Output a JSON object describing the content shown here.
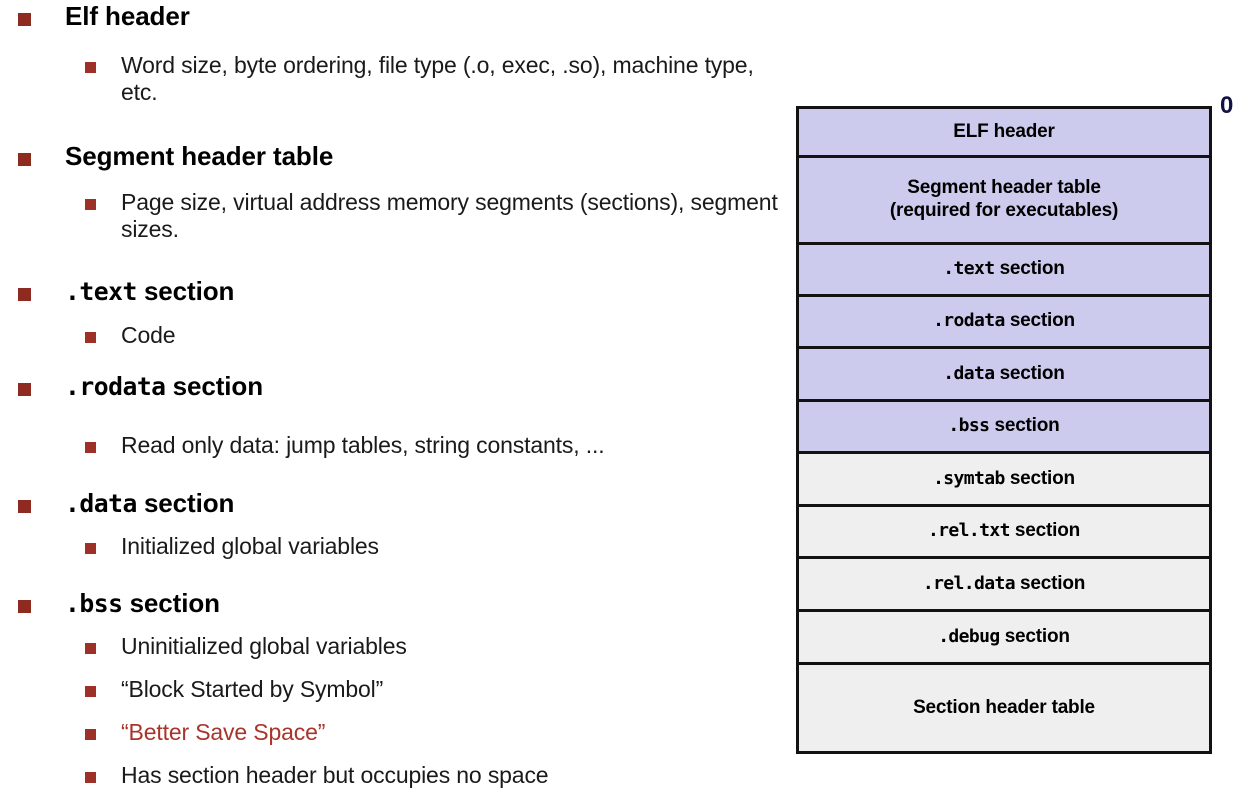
{
  "slide": {
    "outline": [
      {
        "id": "elf-header",
        "label": "Elf header",
        "mono": false,
        "children": [
          {
            "id": "elf-header-detail",
            "text": "Word size, byte ordering, file type (.o, exec, .so), machine type, etc.",
            "accent": false
          }
        ]
      },
      {
        "id": "segment-header-table",
        "label": "Segment header table",
        "mono": false,
        "children": [
          {
            "id": "segment-header-table-detail",
            "text": "Page size, virtual address memory segments (sections), segment sizes.",
            "accent": false
          }
        ]
      },
      {
        "id": "text-section",
        "label_mono": ".text",
        "label_rest": " section",
        "mono": true,
        "children": [
          {
            "id": "text-section-detail",
            "text": "Code",
            "accent": false
          }
        ]
      },
      {
        "id": "rodata-section",
        "label_mono": ".rodata",
        "label_rest": " section",
        "mono": true,
        "children": [
          {
            "id": "rodata-section-detail",
            "text": "Read only data: jump tables, string constants, ...",
            "accent": false
          }
        ]
      },
      {
        "id": "data-section",
        "label_mono": ".data",
        "label_rest": " section",
        "mono": true,
        "children": [
          {
            "id": "data-section-detail",
            "text": "Initialized global variables",
            "accent": false
          }
        ]
      },
      {
        "id": "bss-section",
        "label_mono": ".bss",
        "label_rest": " section",
        "mono": true,
        "children": [
          {
            "id": "bss-detail-1",
            "text": "Uninitialized global variables",
            "accent": false
          },
          {
            "id": "bss-detail-2",
            "text": "“Block Started by Symbol”",
            "accent": false
          },
          {
            "id": "bss-detail-3",
            "text": "“Better Save Space”",
            "accent": true
          },
          {
            "id": "bss-detail-4",
            "text": "Has section header but occupies no space",
            "accent": false
          }
        ]
      }
    ],
    "diagram": {
      "offset_label": "0",
      "rows": [
        {
          "id": "elf-header-row",
          "mono": "",
          "rest": "ELF header",
          "fill": "purple",
          "height": 49
        },
        {
          "id": "segment-header-table-row",
          "mono": "",
          "rest": "Segment header table\n(required for executables)",
          "fill": "purple",
          "height": 87
        },
        {
          "id": "text-section-row",
          "mono": ".text",
          "rest": " section",
          "fill": "purple",
          "height": 52
        },
        {
          "id": "rodata-section-row",
          "mono": ".rodata",
          "rest": " section",
          "fill": "purple",
          "height": 52
        },
        {
          "id": "data-section-row",
          "mono": ".data",
          "rest": " section",
          "fill": "purple",
          "height": 53
        },
        {
          "id": "bss-section-row",
          "mono": ".bss",
          "rest": " section",
          "fill": "purple",
          "height": 52
        },
        {
          "id": "symtab-section-row",
          "mono": ".symtab",
          "rest": "  section",
          "fill": "grey",
          "height": 53
        },
        {
          "id": "rel-txt-section-row",
          "mono": ".rel.txt",
          "rest": "  section",
          "fill": "grey",
          "height": 52
        },
        {
          "id": "rel-data-section-row",
          "mono": ".rel.data",
          "rest": "  section",
          "fill": "grey",
          "height": 53
        },
        {
          "id": "debug-section-row",
          "mono": ".debug",
          "rest": "  section",
          "fill": "grey",
          "height": 53
        },
        {
          "id": "section-header-table-row",
          "mono": "",
          "rest": "Section header table",
          "fill": "grey",
          "height": 86
        }
      ]
    },
    "colors": {
      "bullet_level1": "#8f2a21",
      "bullet_level2": "#9e3127",
      "accent_text": "#a8352c",
      "diagram_purple": "#cdcbed",
      "diagram_grey": "#efefef",
      "diagram_border": "#121212",
      "offset_label": "#121244"
    }
  }
}
